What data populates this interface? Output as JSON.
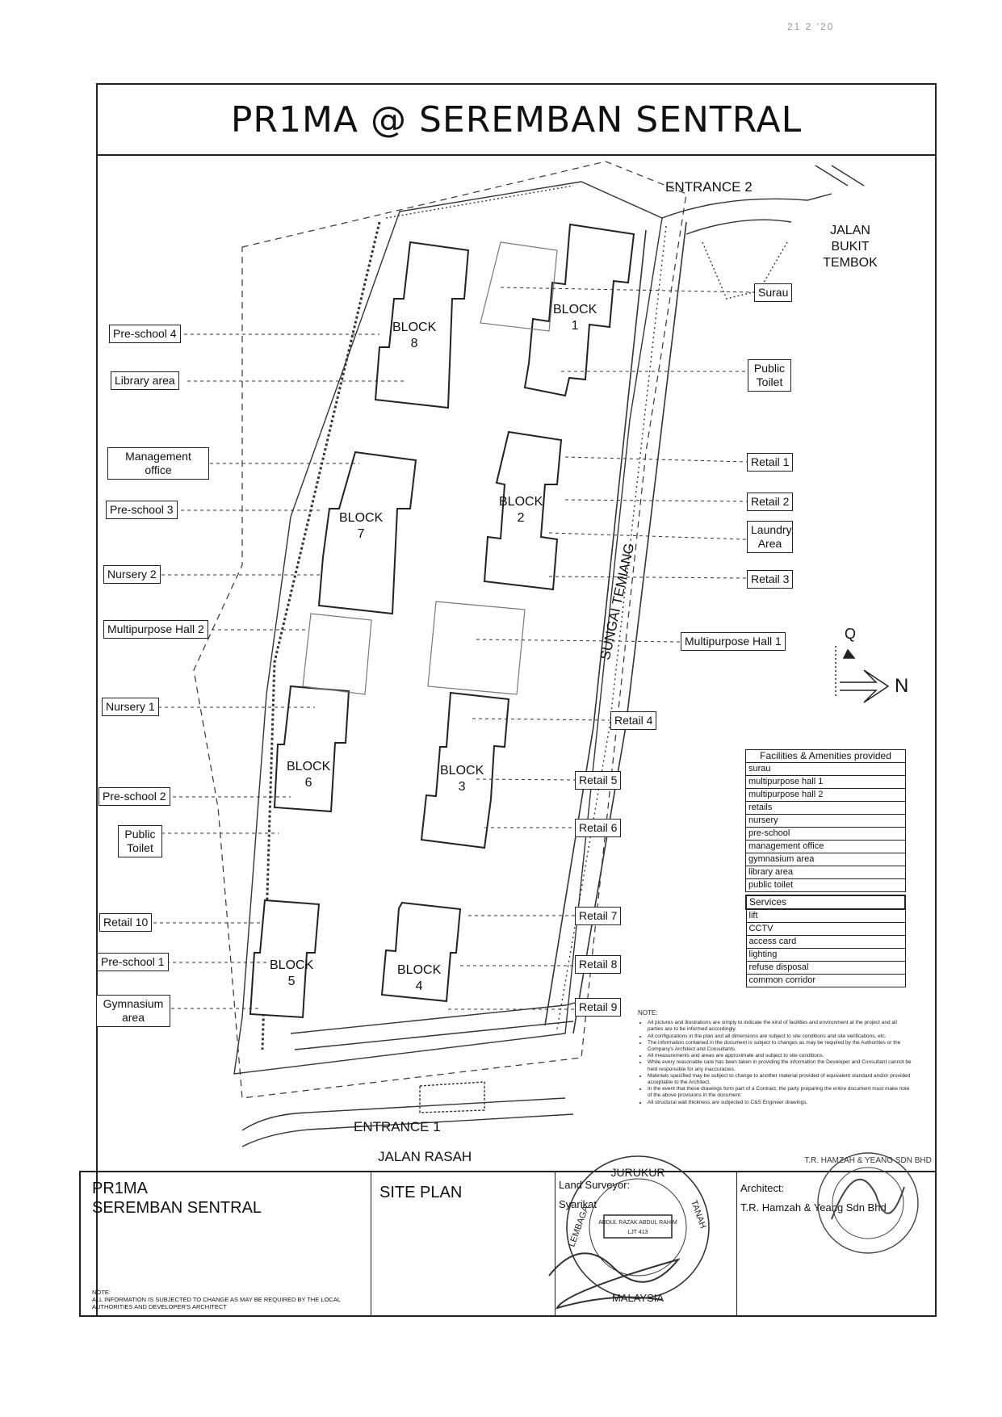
{
  "page": {
    "handwritten_number": "21 2 '20",
    "title": "PR1MA @ SEREMBAN SENTRAL"
  },
  "plan": {
    "blocks": [
      {
        "name": "BLOCK",
        "number": "1"
      },
      {
        "name": "BLOCK",
        "number": "2"
      },
      {
        "name": "BLOCK",
        "number": "3"
      },
      {
        "name": "BLOCK",
        "number": "4"
      },
      {
        "name": "BLOCK",
        "number": "5"
      },
      {
        "name": "BLOCK",
        "number": "6"
      },
      {
        "name": "BLOCK",
        "number": "7"
      },
      {
        "name": "BLOCK",
        "number": "8"
      }
    ],
    "entrance_1": "ENTRANCE 1",
    "entrance_2": "ENTRANCE 2",
    "road_bottom": "JALAN RASAH",
    "road_top": "JALAN BUKIT TEMBOK",
    "river": "SUNGAI TEMIANG",
    "north_letter": "N",
    "q_letter": "Q"
  },
  "labels_left": [
    "Pre-school 4",
    "Library area",
    "Management office",
    "Pre-school 3",
    "Nursery 2",
    "Multipurpose Hall 2",
    "Nursery 1",
    "Pre-school 2",
    "Public Toilet",
    "Retail 10",
    "Pre-school 1",
    "Gymnasium area"
  ],
  "labels_right": [
    "Surau",
    "Public Toilet",
    "Retail 1",
    "Retail 2",
    "Laundry Area",
    "Retail 3",
    "Multipurpose Hall 1",
    "Retail 4",
    "Retail 5",
    "Retail 6",
    "Retail 7",
    "Retail 8",
    "Retail 9"
  ],
  "facilities": {
    "header": "Facilities & Amenities provided",
    "items": [
      "surau",
      "multipurpose hall 1",
      "multipurpose hall 2",
      "retails",
      "nursery",
      "pre-school",
      "management office",
      "gymnasium area",
      "library area",
      "public toilet"
    ]
  },
  "services": {
    "header": "Services",
    "items": [
      "lift",
      "CCTV",
      "access card",
      "lighting",
      "refuse disposal",
      "common corridor"
    ]
  },
  "note": {
    "title": "NOTE:",
    "items": [
      "All pictures and illustrations are simply to indicate the kind of facilities and environment at the project and all parties are to be informed accordingly.",
      "All configurations in the plan and all dimensions are subject to site conditions and site verifications, etc.",
      "The information contained in the document is subject to changes as may be required by the Authorities or the Company's Architect and Consultants.",
      "All measurements and areas are approximate and subject to site conditions.",
      "While every reasonable care has been taken in providing the information the Developer and Consultant cannot be held responsible for any inaccuracies.",
      "Materials specified may be subject to change to another material provided of equivalent standard and/or provided acceptable to the Architect.",
      "In the event that these drawings form part of a Contract, the party preparing the entire document must make note of the above provisions in the document.",
      "All structural wall thickness are subjected to C&S Engineer drawings."
    ]
  },
  "title_block": {
    "project_line1": "PR1MA",
    "project_line2": "SEREMBAN SENTRAL",
    "drawing": "SITE PLAN",
    "surveyor_label": "Land Surveyor:",
    "surveyor_firm": "Syarikat",
    "architect_label": "Architect:",
    "architect_firm": "T.R. Hamzah & Yeang Sdn Bhd",
    "note_title": "NOTE:",
    "note_text": "ALL INFORMATION IS SUBJECTED TO CHANGE AS MAY BE REQUIRED BY THE LOCAL AUTHORITIES AND DEVELOPER'S ARCHITECT"
  },
  "stamps": {
    "surveyor_seal_top": "JURUKUR",
    "surveyor_seal_left": "LEMBAGA",
    "surveyor_seal_right": "TANAH",
    "surveyor_seal_bottom": "MALAYSIA",
    "surveyor_seal_name": "ABDUL RAZAK ABDUL RAHIM",
    "surveyor_seal_reg": "LJT 413",
    "architect_seal_text": "T.R. HAMZAH & YEANG SDN BHD"
  }
}
